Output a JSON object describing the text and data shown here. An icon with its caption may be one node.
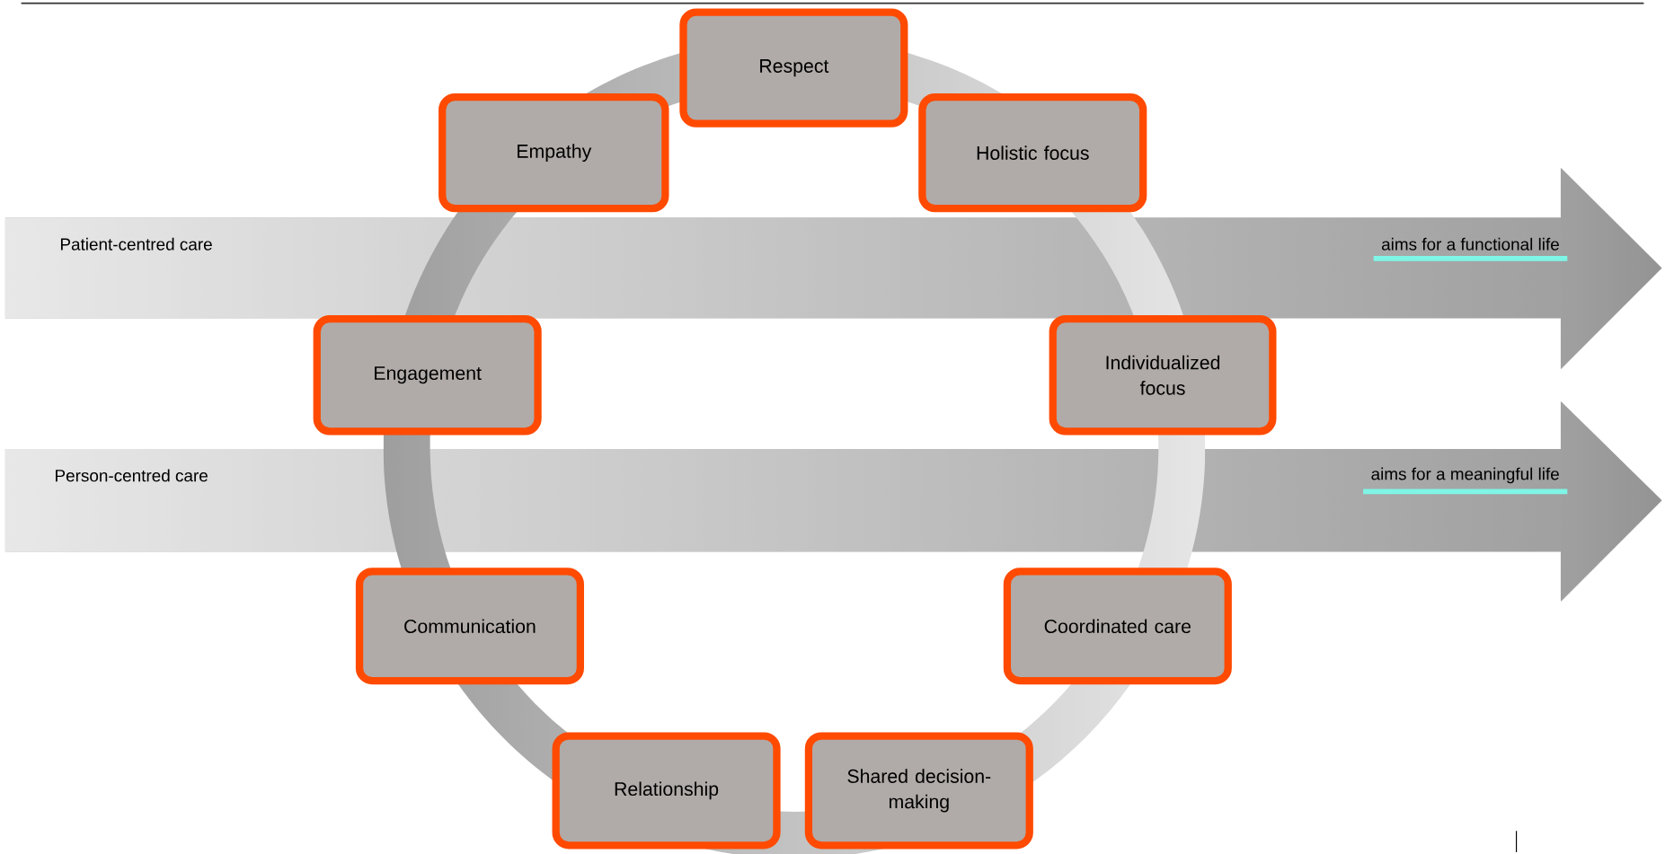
{
  "diagram": {
    "nodes": [
      {
        "text": [
          "Respect"
        ]
      },
      {
        "text": [
          "Empathy"
        ]
      },
      {
        "text": [
          "Holistic focus"
        ]
      },
      {
        "text": [
          "Patient-centred care",
          "aims for a functional life"
        ]
      },
      {
        "text": [
          "Engagement"
        ]
      },
      {
        "text": [
          "Individualized focus"
        ]
      },
      {
        "text": [
          "Person-centred care",
          "aims for a meaningful life"
        ]
      },
      {
        "text": [
          "Communication"
        ]
      },
      {
        "text": [
          "Coordinated care"
        ]
      },
      {
        "text": [
          "Relationship"
        ]
      },
      {
        "text": [
          "Shared decision-making"
        ]
      }
    ]
  }
}
